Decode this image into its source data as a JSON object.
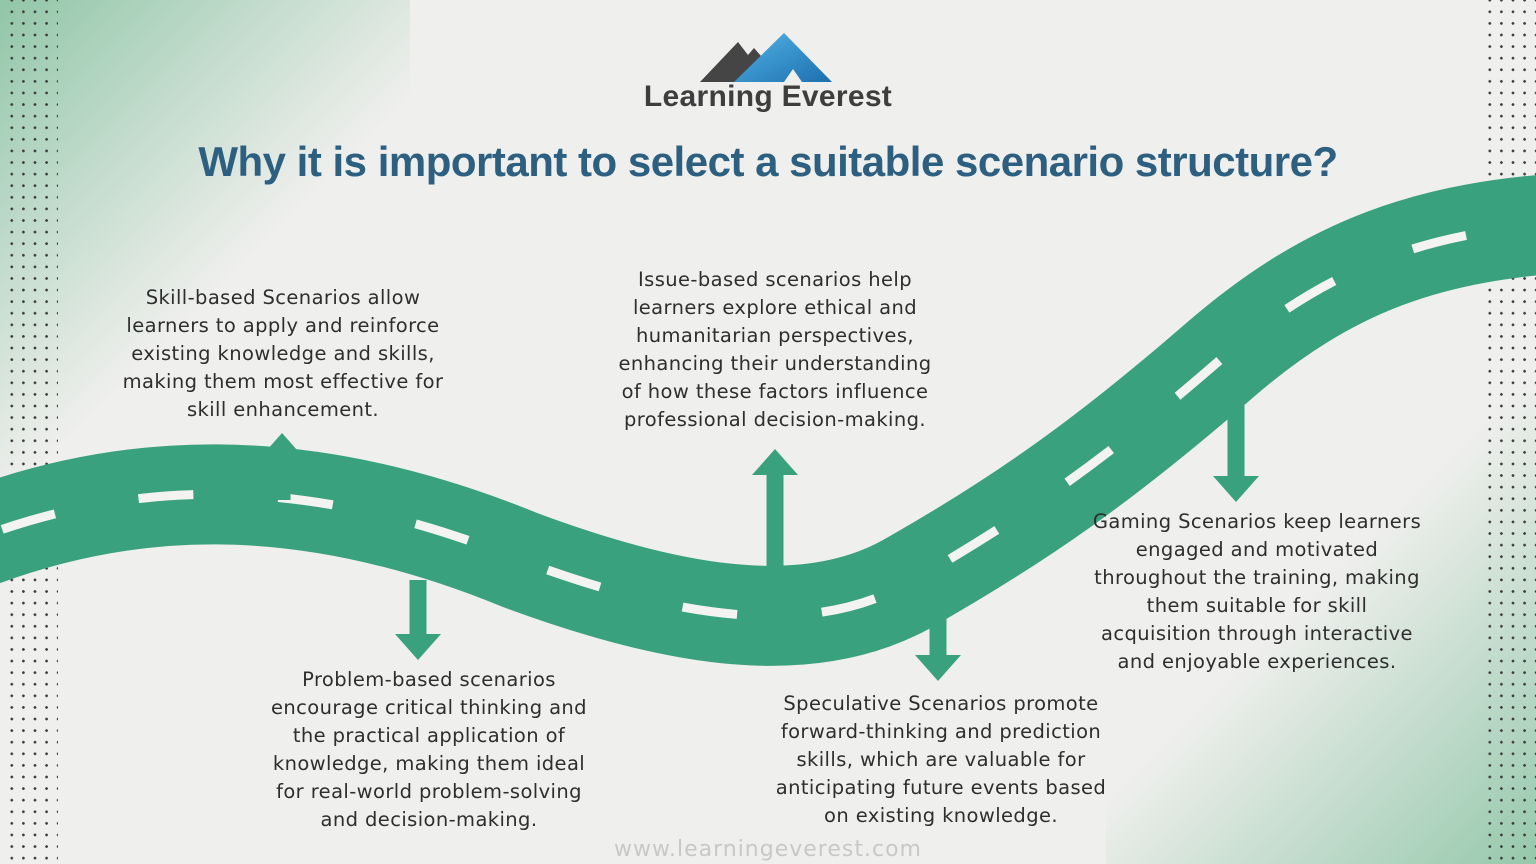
{
  "logo": {
    "brand": "Learning Everest",
    "icon": "mountain-logo"
  },
  "title": "Why it is important to select a suitable scenario structure?",
  "scenarios": [
    {
      "id": "skill-based",
      "arrow": "up",
      "text": "Skill-based Scenarios allow\nlearners to apply and reinforce\nexisting knowledge and skills,\nmaking them most effective for\nskill enhancement."
    },
    {
      "id": "issue-based",
      "arrow": "up",
      "text": "Issue-based scenarios help\nlearners explore ethical and\nhumanitarian perspectives,\nenhancing their understanding\nof how these factors influence\nprofessional decision-making."
    },
    {
      "id": "problem-based",
      "arrow": "down",
      "text": "Problem-based scenarios\nencourage critical thinking and\nthe practical application of\nknowledge, making them ideal\nfor real-world problem-solving\nand decision-making."
    },
    {
      "id": "speculative",
      "arrow": "down",
      "text": "Speculative Scenarios promote\nforward-thinking and prediction\nskills, which are valuable for\nanticipating future events based\non existing knowledge."
    },
    {
      "id": "gaming",
      "arrow": "down",
      "text": "Gaming Scenarios keep learners\nengaged and motivated\nthroughout the training, making\nthem suitable for skill\nacquisition through interactive\nand enjoyable experiences."
    }
  ],
  "footer": {
    "url": "www.learningeverest.com"
  },
  "colors": {
    "background": "#efefed",
    "road_green": "#3aa17e",
    "road_dash": "#f3f4f2",
    "title_blue": "#2d5f80",
    "body_text": "#2e2e2e",
    "footer_gray": "#c8c8c8",
    "logo_text": "#3e3e3e",
    "mountain_dark": "#454545",
    "mountain_blue_light": "#54b4e6",
    "mountain_blue_dark": "#1c6fae",
    "corner_green": "#9bcdb0",
    "dot_color": "#3b3b3b"
  }
}
